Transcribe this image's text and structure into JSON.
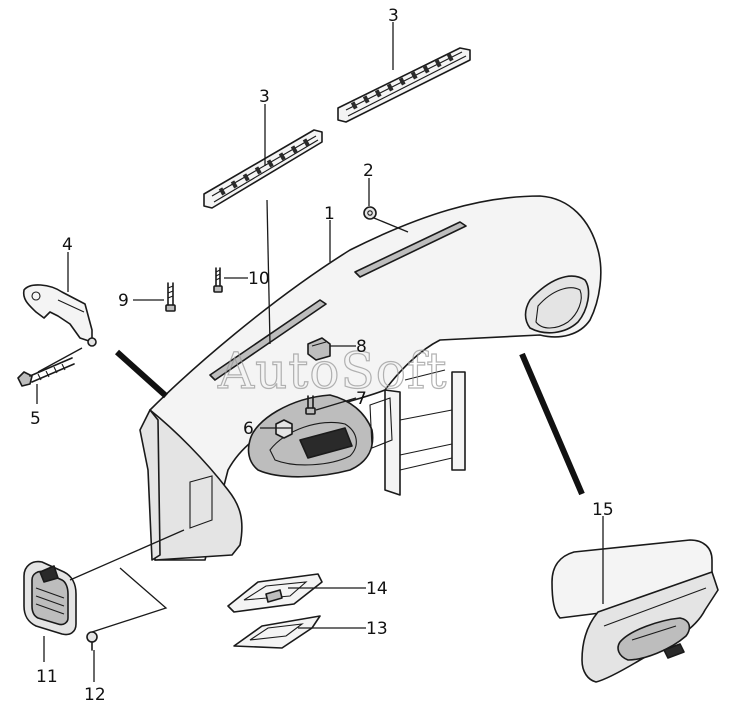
{
  "watermark": "AutoSoft",
  "callouts": [
    {
      "id": "c3a",
      "label": "3"
    },
    {
      "id": "c3b",
      "label": "3"
    },
    {
      "id": "c2",
      "label": "2"
    },
    {
      "id": "c1",
      "label": "1"
    },
    {
      "id": "c4",
      "label": "4"
    },
    {
      "id": "c10",
      "label": "10"
    },
    {
      "id": "c9",
      "label": "9"
    },
    {
      "id": "c8",
      "label": "8"
    },
    {
      "id": "c5",
      "label": "5"
    },
    {
      "id": "c7",
      "label": "7"
    },
    {
      "id": "c6",
      "label": "6"
    },
    {
      "id": "c15",
      "label": "15"
    },
    {
      "id": "c14",
      "label": "14"
    },
    {
      "id": "c13",
      "label": "13"
    },
    {
      "id": "c11",
      "label": "11"
    },
    {
      "id": "c12",
      "label": "12"
    }
  ]
}
